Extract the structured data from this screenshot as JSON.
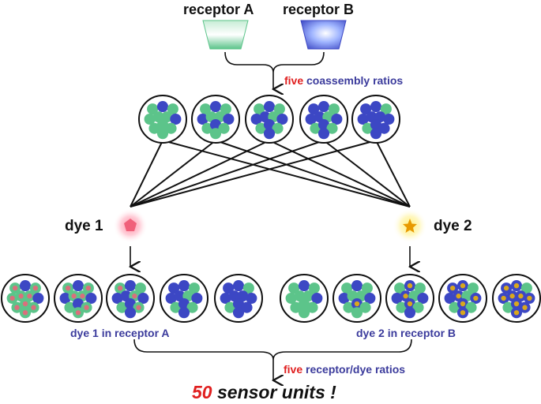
{
  "labels": {
    "receptor_a": "receptor A",
    "receptor_b": "receptor B",
    "coassembly_prefix": "five",
    "coassembly_rest": "coassembly ratios",
    "dye_1": "dye 1",
    "dye_2": "dye 2",
    "dye1_in_a": "dye 1 in receptor A",
    "dye2_in_b": "dye 2 in receptor B",
    "receptor_dye_prefix": "five",
    "receptor_dye_rest": "receptor/dye ratios",
    "final_number": "50",
    "final_rest": "sensor units !"
  },
  "colors": {
    "receptor_a": "#5cc48a",
    "receptor_b": "#3c47c4",
    "dye_1": "#f0607a",
    "dye_2": "#f5b800",
    "accent_red": "#e01f1f",
    "label_blue": "#3b3b9c"
  },
  "mixture_fraction_b": [
    0.18,
    0.35,
    0.5,
    0.65,
    0.82
  ],
  "dye_loading_fraction": [
    1.0,
    0.75,
    0.5,
    0.25,
    0.0
  ]
}
